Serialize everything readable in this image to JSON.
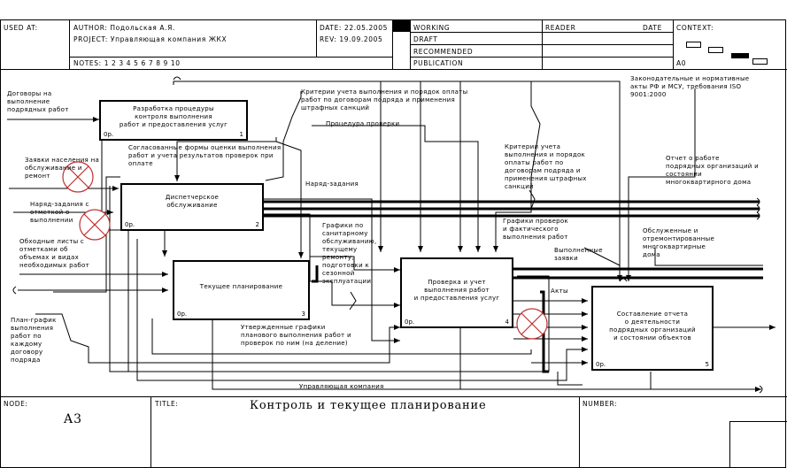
{
  "header": {
    "used_at": "USED AT:",
    "author": "AUTHOR: Подольская А.Я.",
    "project": "PROJECT: Управляющая компания ЖКХ",
    "notes": "NOTES: 1 2 3 4 5 6 7 8 9 10",
    "date": "DATE: 22.05.2005",
    "rev": "REV: 19.09.2005",
    "status": [
      "WORKING",
      "DRAFT",
      "RECOMMENDED",
      "PUBLICATION"
    ],
    "reader": "READER",
    "date2": "DATE",
    "context": "CONTEXT:",
    "node_id": "A0"
  },
  "footer": {
    "node_label": "NODE:",
    "node_value": "A3",
    "title_label": "TITLE:",
    "title_value": "Контроль и текущее планирование",
    "number_label": "NUMBER:"
  },
  "boxes": [
    {
      "label": "Разработка процедуры\nконтроля выполнения\nработ и предоставления услуг",
      "cost": "0р.",
      "num": "1"
    },
    {
      "label": "Диспетчерское\nобслуживание",
      "cost": "0р.",
      "num": "2"
    },
    {
      "label": "Текущее планирование",
      "cost": "0р.",
      "num": "3"
    },
    {
      "label": "Проверка и учет\nвыполнения работ\nи предоставления услуг",
      "cost": "0р.",
      "num": "4"
    },
    {
      "label": "Составление отчета\nо деятельности\nподрядных организаций\nи состоянии объектов",
      "cost": "0р.",
      "num": "5"
    }
  ],
  "arrow_labels": [
    "Договоры на\nвыполнение\nподрядных работ",
    "Законодательные и нормативные\nакты РФ и МСУ, требования ISO\n9001:2000",
    "Критерии учета выполнения и порядок оплаты\nработ по договорам подряда и применения\nштрафных санкций",
    "Процедура проверки",
    "Согласованные формы оценки выполнения\nработ и учета результатов проверок при\nоплате",
    "Критерии учета\nвыполнения и порядок\nоплаты работ по\nдоговорам подряда и\nприменения штрафных\nсанкций",
    "Отчет о работе\nподрядных организаций и\nсостоянии\nмногоквартирного дома",
    "Заявки населения на\nобслуживание и\nремонт",
    "Наряд-задания",
    "Наряд-задания с\nотметкой о\nвыполнении",
    "Графики по\nсанитарному\nобслуживанию,\nтекущему\nремонту,\nподготовки к\nсезонной\nэксплуатации",
    "Графики проверок\nи фактического\nвыполнения работ",
    "Выполненные\nзаявки",
    "Обслуженные и\nотремонтированные\nмногоквартирные\nдома",
    "Обходные листы с\nотметками об\nобъемах и видах\nнеобходимых работ",
    "Акты",
    "План-график\nвыполнения\nработ по\nкаждому\nдоговору\nподряда",
    "Утвержденные графики\nпланового выполнения работ и\nпроверок по ним (на деление)",
    "Управляющая компания"
  ]
}
